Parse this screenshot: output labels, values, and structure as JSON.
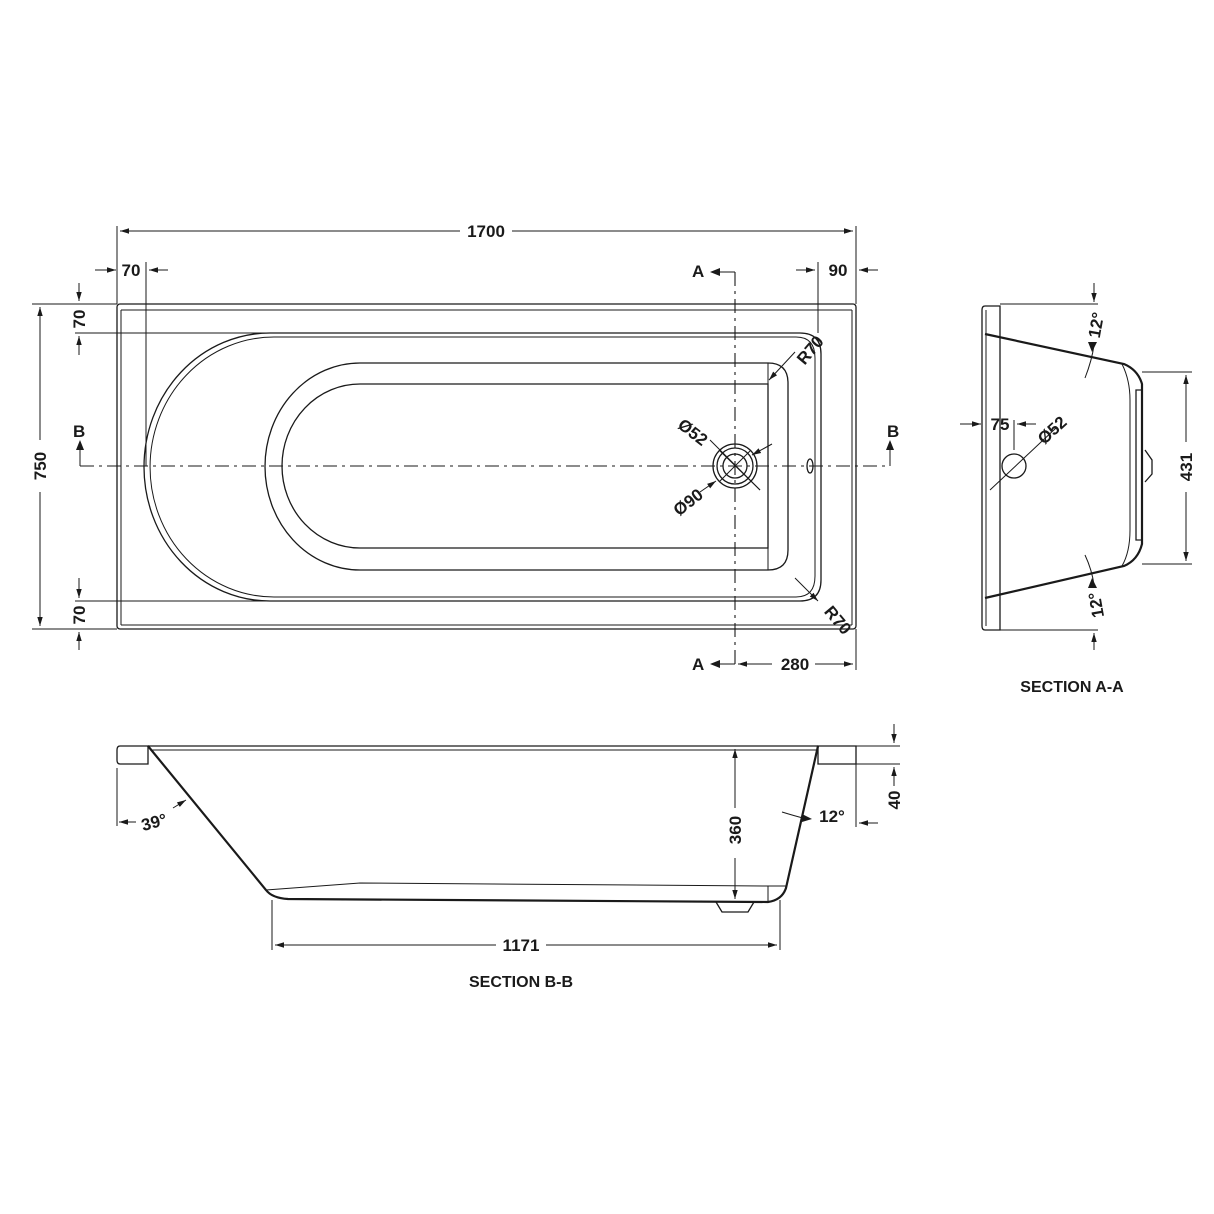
{
  "drawing": {
    "plan_view": {
      "overall_length": "1700",
      "overall_width": "750",
      "left_rim": "70",
      "right_rim": "90",
      "top_rim": "70",
      "bottom_rim": "70",
      "waste_offset": "280",
      "corner_radius_top": "R70",
      "corner_radius_bottom": "R70",
      "waste_inner_dia": "Ø52",
      "waste_outer_dia": "Ø90",
      "section_a_marker_top": "A",
      "section_a_marker_bottom": "A",
      "section_b_marker_left": "B",
      "section_b_marker_right": "B"
    },
    "section_a_a": {
      "title": "SECTION A-A",
      "angle_top": "12°",
      "angle_bottom": "12°",
      "overflow_offset": "75",
      "overflow_dia": "Ø52",
      "floor_width": "431"
    },
    "section_b_b": {
      "title": "SECTION B-B",
      "depth": "360",
      "rim_height": "40",
      "end_angle": "39°",
      "wall_angle": "12°",
      "floor_length": "1171"
    }
  }
}
